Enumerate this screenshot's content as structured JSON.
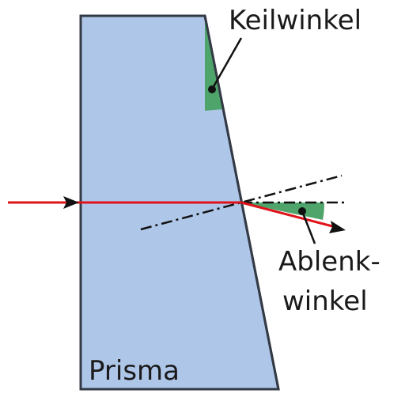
{
  "labels": {
    "wedge_angle": "Keilwinkel",
    "deflection_angle_line1": "Ablenk-",
    "deflection_angle_line2": "winkel",
    "prism": "Prisma"
  },
  "colors": {
    "prism_fill": "#aec6e8",
    "prism_stroke": "#333a45",
    "ray": "#e0131a",
    "angle_fill": "#4ea46a",
    "line": "#111111"
  },
  "icons": {
    "ray_arrow": "arrowhead-icon",
    "label_pointer": "dot-icon"
  }
}
